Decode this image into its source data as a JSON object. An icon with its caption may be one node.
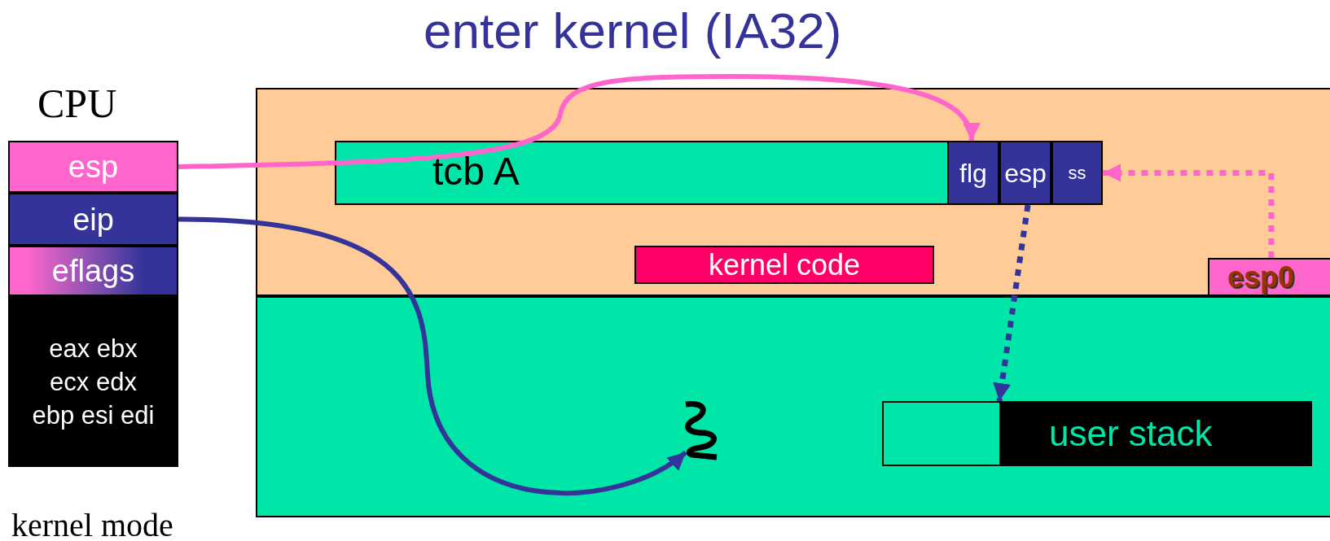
{
  "diagram": {
    "title": "enter kernel (IA32)",
    "nodes": [
      {
        "text": [
          "esp"
        ]
      },
      {
        "text": [
          "eip"
        ]
      },
      {
        "text": [
          "eflags"
        ]
      },
      {
        "text": [
          "eax ebx",
          "ecx edx",
          "ebp esi edi"
        ]
      },
      {
        "text": [],
        "shape": "box"
      },
      {
        "text": [
          "tcb A"
        ],
        "in": 4
      },
      {
        "text": [
          "flg"
        ],
        "in": 5
      },
      {
        "text": [
          "esp"
        ],
        "in": 5
      },
      {
        "text": [
          "ss"
        ],
        "in": 5
      },
      {
        "text": [
          "kernel code"
        ],
        "in": 4
      },
      {
        "text": [
          "esp0"
        ],
        "in": 4
      },
      {
        "text": [],
        "shape": "box"
      },
      {
        "text": [
          "user stack"
        ],
        "in": 11
      },
      {
        "text": [],
        "shape": "squiggle",
        "in": 11
      }
    ],
    "edges": [
      {
        "from": 0,
        "to": 6,
        "arrow": "to",
        "color": "#ff66cc"
      },
      {
        "from": 1,
        "to": 13,
        "arrow": "to",
        "color": "#333399"
      },
      {
        "from": 7,
        "to": 12,
        "arrow": "to",
        "style": "dashed",
        "color": "#333399"
      },
      {
        "from": 10,
        "to": 8,
        "arrow": "to",
        "style": "dashed",
        "color": "#ff66cc"
      }
    ],
    "labels": [
      "CPU",
      "kernel mode"
    ]
  }
}
